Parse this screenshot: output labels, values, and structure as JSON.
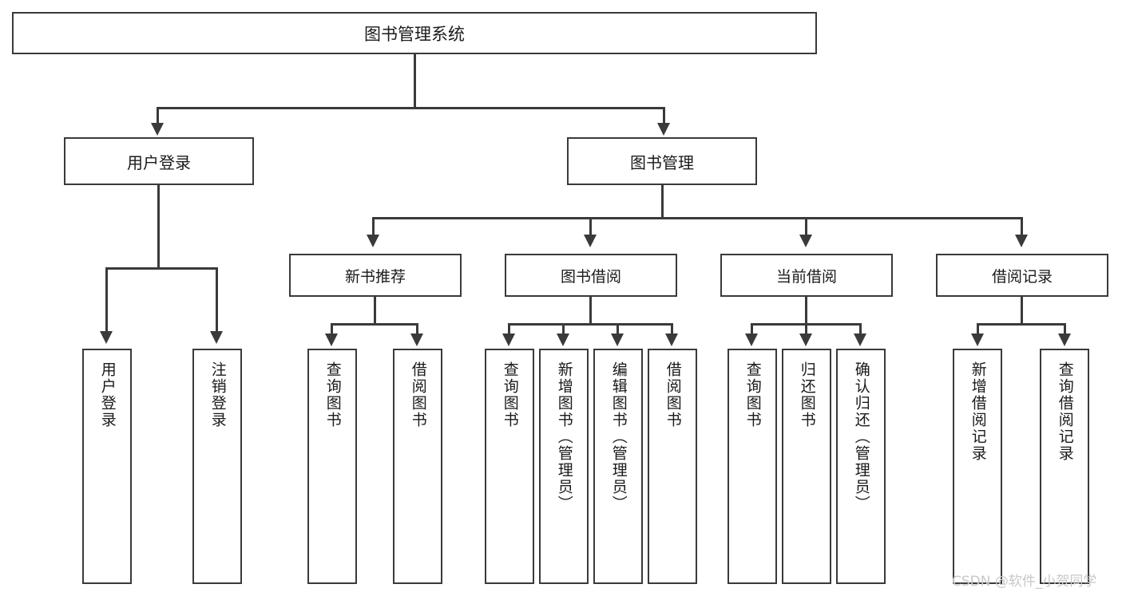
{
  "diagram": {
    "title": "图书管理系统",
    "type": "tree-hierarchy-diagram",
    "root": {
      "label": "图书管理系统"
    },
    "level2": [
      {
        "label": "用户登录"
      },
      {
        "label": "图书管理"
      }
    ],
    "level3": [
      {
        "label": "新书推荐"
      },
      {
        "label": "图书借阅"
      },
      {
        "label": "当前借阅"
      },
      {
        "label": "借阅记录"
      }
    ],
    "leaves": {
      "user_login": [
        {
          "label": "用户登录"
        },
        {
          "label": "注销登录"
        }
      ],
      "new_book_recommend": [
        {
          "label": "查询图书"
        },
        {
          "label": "借阅图书"
        }
      ],
      "book_borrow": [
        {
          "label": "查询图书"
        },
        {
          "label": "新增图书（管理员）"
        },
        {
          "label": "编辑图书（管理员）"
        },
        {
          "label": "借阅图书"
        }
      ],
      "current_borrow": [
        {
          "label": "查询图书"
        },
        {
          "label": "归还图书"
        },
        {
          "label": "确认归还（管理员）"
        }
      ],
      "borrow_record": [
        {
          "label": "新增借阅记录"
        },
        {
          "label": "查询借阅记录"
        }
      ]
    }
  },
  "watermark": {
    "text": "CSDN @软件_小贺同学"
  },
  "colors": {
    "border": "#3a3a3a",
    "background": "#ffffff",
    "text": "#1a1a1a",
    "watermark": "#c8c8c8"
  }
}
